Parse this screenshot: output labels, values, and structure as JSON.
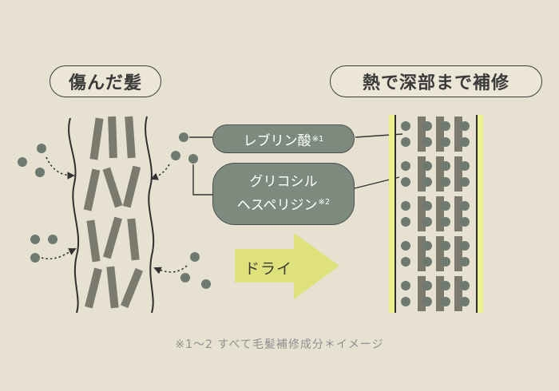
{
  "labels": {
    "damaged_hair": "傷んだ髪",
    "heat_repair": "熱で深部まで補修"
  },
  "ingredients": {
    "levulinic": {
      "name": "レブリン酸",
      "mark": "※1"
    },
    "glycosyl": {
      "line1": "グリコシル",
      "line2": "ヘスペリジン",
      "mark": "※2"
    }
  },
  "arrow": {
    "label": "ドライ"
  },
  "footnote": "※1～2 すべて毛髪補修成分＊イメージ",
  "colors": {
    "background": "#e6e1d1",
    "keratin_bar": "#7a7a6f",
    "particle": "#6e7a70",
    "pill": "#7d8b7e",
    "arrow": "#dfe27a",
    "cuticle_yellow": "#eef08e",
    "outline": "#333333"
  }
}
